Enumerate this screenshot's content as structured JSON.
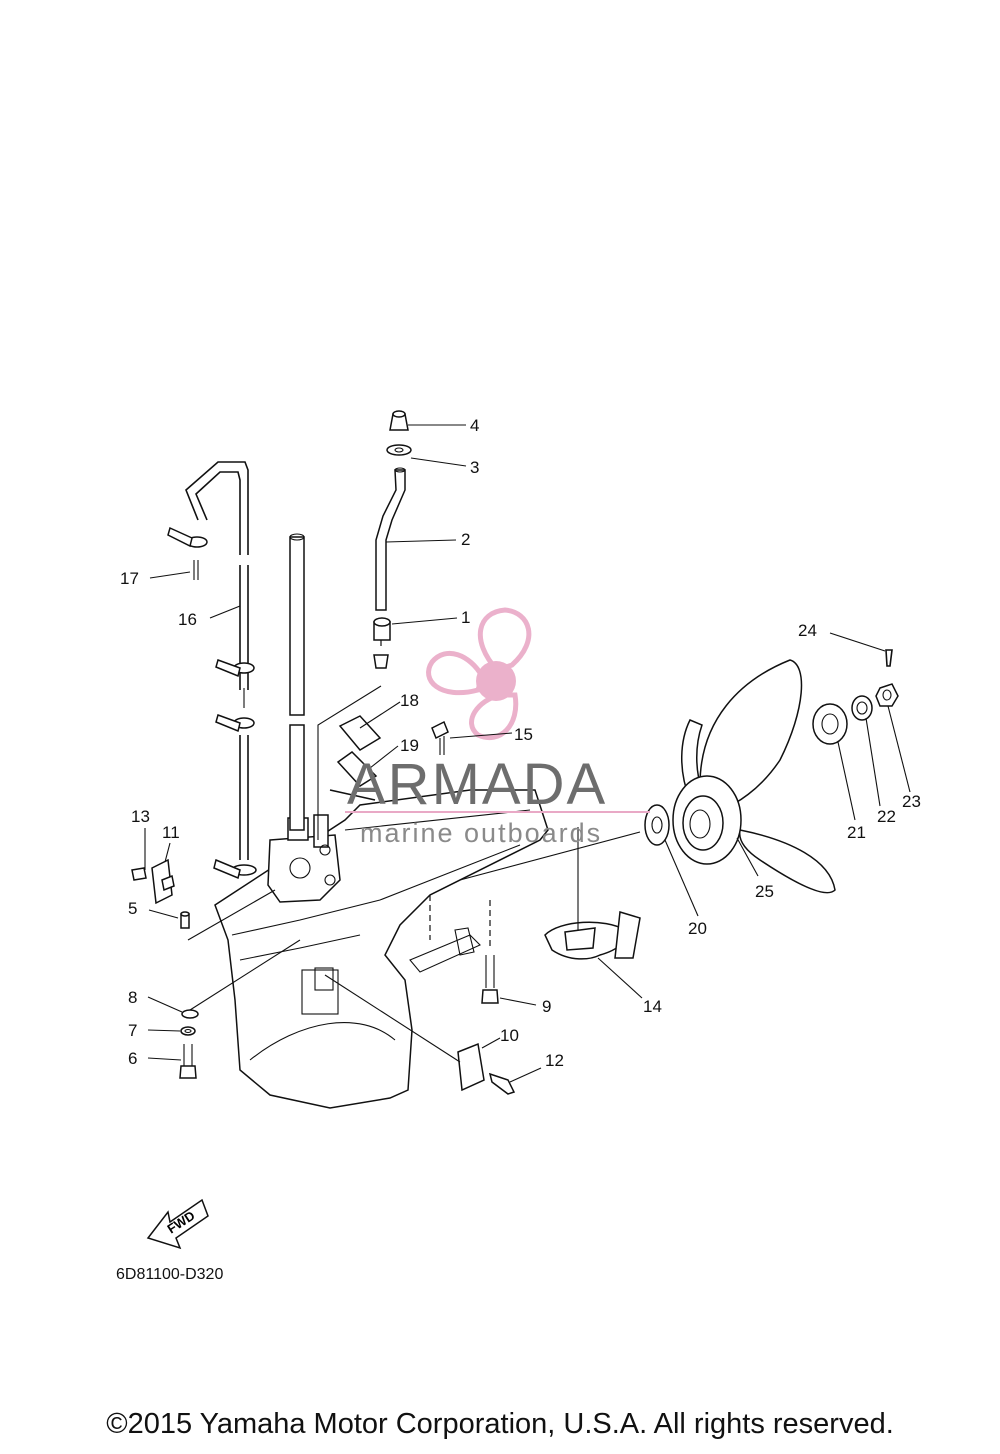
{
  "diagram": {
    "parts": [
      {
        "id": "1",
        "label": "1"
      },
      {
        "id": "2",
        "label": "2"
      },
      {
        "id": "3",
        "label": "3"
      },
      {
        "id": "4",
        "label": "4"
      },
      {
        "id": "5",
        "label": "5"
      },
      {
        "id": "6",
        "label": "6"
      },
      {
        "id": "7",
        "label": "7"
      },
      {
        "id": "8",
        "label": "8"
      },
      {
        "id": "9",
        "label": "9"
      },
      {
        "id": "10",
        "label": "10"
      },
      {
        "id": "11",
        "label": "11"
      },
      {
        "id": "12",
        "label": "12"
      },
      {
        "id": "13",
        "label": "13"
      },
      {
        "id": "14",
        "label": "14"
      },
      {
        "id": "15",
        "label": "15"
      },
      {
        "id": "16",
        "label": "16"
      },
      {
        "id": "17",
        "label": "17"
      },
      {
        "id": "18",
        "label": "18"
      },
      {
        "id": "19",
        "label": "19"
      },
      {
        "id": "20",
        "label": "20"
      },
      {
        "id": "21",
        "label": "21"
      },
      {
        "id": "22",
        "label": "22"
      },
      {
        "id": "23",
        "label": "23"
      },
      {
        "id": "24",
        "label": "24"
      },
      {
        "id": "25",
        "label": "25"
      }
    ],
    "fwd_label": "FWD",
    "drawing_code": "6D81100-D320"
  },
  "watermark": {
    "title": "ARMADA",
    "subtitle": "marine outboards",
    "accent_color": "#e9a9c6",
    "icon": "propeller-logo-icon"
  },
  "footer": {
    "copyright": "©2015 Yamaha Motor Corporation, U.S.A. All rights reserved."
  }
}
